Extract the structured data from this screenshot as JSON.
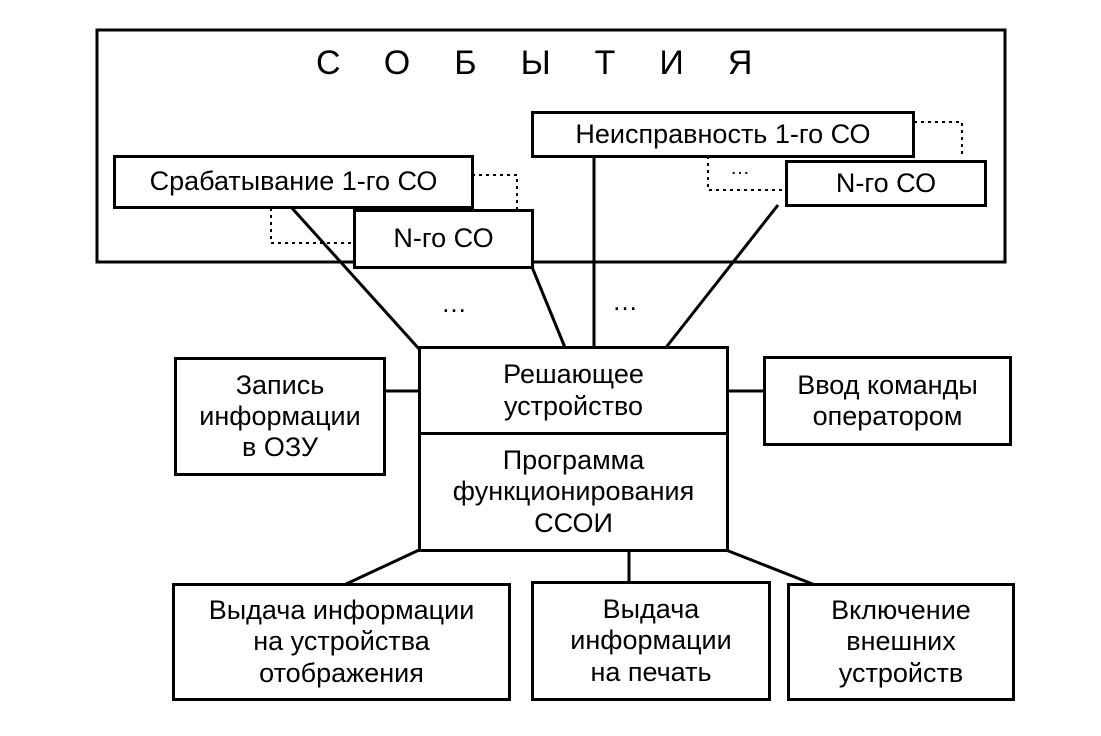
{
  "events": {
    "title": "СОБЫТИЯ",
    "trigger_first": "Срабатывание 1-го СО",
    "trigger_nth": "N-го СО",
    "fault_first": "Неисправность 1-го СО",
    "fault_nth": "N-го СО",
    "ellipsis_left": "…",
    "ellipsis_right": "…",
    "ellipsis_small": "…"
  },
  "decision": {
    "label": "Решающее\nустройство",
    "program": "Программа\nфункционирования\nССОИ"
  },
  "side": {
    "left": "Запись\nинформации\nв ОЗУ",
    "right": "Ввод команды\nоператором"
  },
  "outputs": [
    "Выдача информации\nна устройства\nотображения",
    "Выдача\nинформации\nна печать",
    "Включение\nвнешних\nустройств"
  ]
}
